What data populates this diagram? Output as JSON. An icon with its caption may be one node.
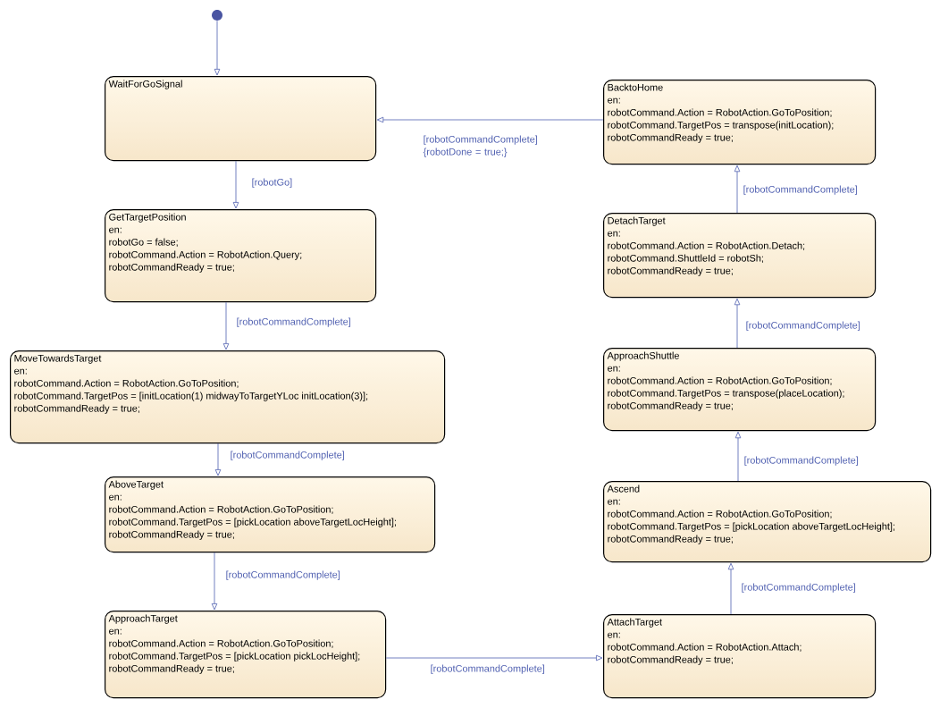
{
  "diagram": {
    "nodes": [
      {
        "text": [],
        "shape": "circle"
      },
      {
        "text": [
          "WaitForGoSignal"
        ]
      },
      {
        "text": [
          "GetTargetPosition",
          "en:",
          "robotGo = false;",
          "robotCommand.Action = RobotAction.Query;",
          "robotCommandReady = true;"
        ]
      },
      {
        "text": [
          "MoveTowardsTarget",
          "en:",
          "robotCommand.Action = RobotAction.GoToPosition;",
          "robotCommand.TargetPos = [initLocation(1) midwayToTargetYLoc initLocation(3)];",
          "robotCommandReady = true;"
        ]
      },
      {
        "text": [
          "AboveTarget",
          "en:",
          "robotCommand.Action = RobotAction.GoToPosition;",
          "robotCommand.TargetPos = [pickLocation aboveTargetLocHeight];",
          "robotCommandReady = true;"
        ]
      },
      {
        "text": [
          "ApproachTarget",
          "en:",
          "robotCommand.Action = RobotAction.GoToPosition;",
          "robotCommand.TargetPos = [pickLocation pickLocHeight];",
          "robotCommandReady = true;"
        ]
      },
      {
        "text": [
          "AttachTarget",
          "en:",
          "robotCommand.Action = RobotAction.Attach;",
          "robotCommandReady = true;"
        ]
      },
      {
        "text": [
          "Ascend",
          "en:",
          "robotCommand.Action = RobotAction.GoToPosition;",
          "robotCommand.TargetPos = [pickLocation aboveTargetLocHeight];",
          "robotCommandReady = true;"
        ]
      },
      {
        "text": [
          "ApproachShuttle",
          "en:",
          "robotCommand.Action = RobotAction.GoToPosition;",
          "robotCommand.TargetPos = transpose(placeLocation);",
          "robotCommandReady = true;"
        ]
      },
      {
        "text": [
          "DetachTarget",
          "en:",
          "robotCommand.Action = RobotAction.Detach;",
          "robotCommand.ShuttleId = robotSh;",
          "robotCommandReady = true;"
        ]
      },
      {
        "text": [
          "BacktoHome",
          "en:",
          "robotCommand.Action = RobotAction.GoToPosition;",
          "robotCommand.TargetPos = transpose(initLocation);",
          "robotCommandReady = true;"
        ]
      }
    ],
    "edges": [
      {
        "from": 0,
        "to": 1,
        "arrow": "to"
      },
      {
        "from": 1,
        "to": 2,
        "arrow": "to",
        "label": "[robotGo]"
      },
      {
        "from": 2,
        "to": 3,
        "arrow": "to",
        "label": "[robotCommandComplete]"
      },
      {
        "from": 3,
        "to": 4,
        "arrow": "to",
        "label": "[robotCommandComplete]"
      },
      {
        "from": 4,
        "to": 5,
        "arrow": "to",
        "label": "[robotCommandComplete]"
      },
      {
        "from": 5,
        "to": 6,
        "arrow": "to",
        "label": "[robotCommandComplete]"
      },
      {
        "from": 6,
        "to": 7,
        "arrow": "to",
        "label": "[robotCommandComplete]"
      },
      {
        "from": 7,
        "to": 8,
        "arrow": "to",
        "label": "[robotCommandComplete]"
      },
      {
        "from": 8,
        "to": 9,
        "arrow": "to",
        "label": "[robotCommandComplete]"
      },
      {
        "from": 9,
        "to": 10,
        "arrow": "to",
        "label": "[robotCommandComplete]"
      },
      {
        "from": 10,
        "to": 1,
        "arrow": "to",
        "label": "[robotCommandComplete] {robotDone = true;}"
      }
    ]
  }
}
